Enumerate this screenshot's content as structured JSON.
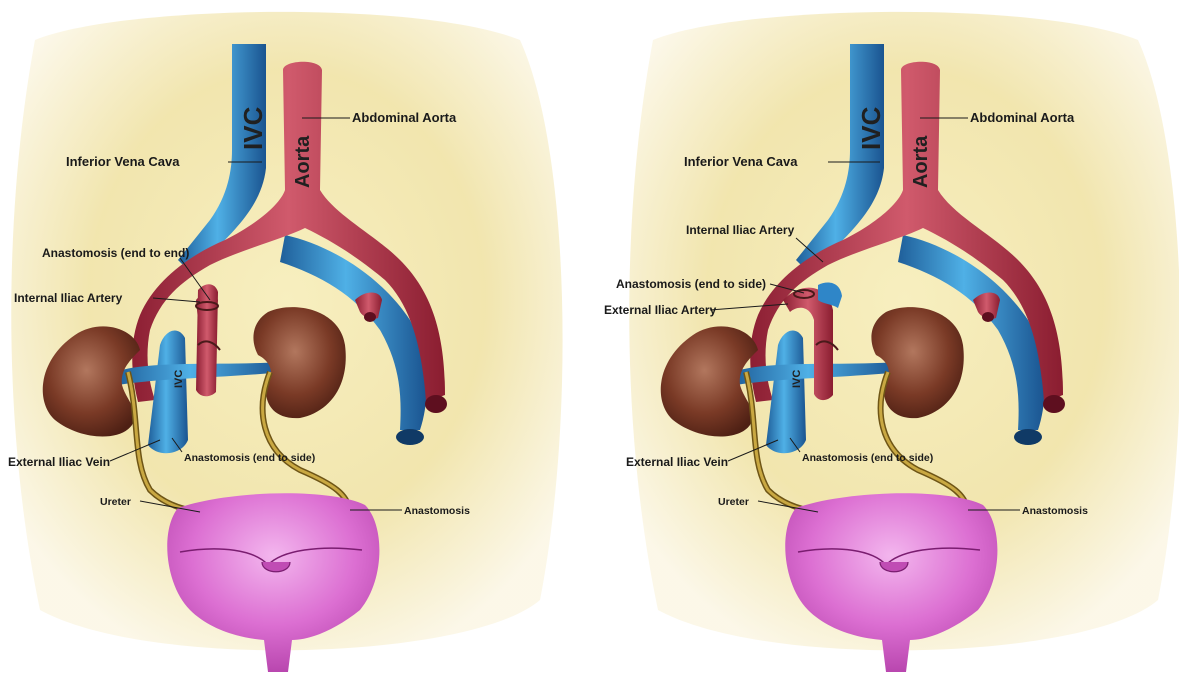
{
  "colors": {
    "background_wash": "#f1e7a6",
    "vein_blue": "#2f86c8",
    "artery_red": "#b8344a",
    "kidney_brown": "#7a3a26",
    "ureter_olive": "#9b7d2a",
    "bladder_magenta": "#d463c9"
  },
  "left_panel": {
    "ivc_big": "IVC",
    "aorta_big": "Aorta",
    "abdominal_aorta": "Abdominal Aorta",
    "inferior_vena_cava": "Inferior Vena Cava",
    "anastomosis_end_to_end": "Anastomosis (end to end)",
    "internal_iliac_artery": "Internal Iliac Artery",
    "graft_ivc": "IVC",
    "external_iliac_vein": "External Iliac Vein",
    "anastomosis_end_to_side": "Anastomosis (end to side)",
    "ureter": "Ureter",
    "anastomosis": "Anastomosis"
  },
  "right_panel": {
    "ivc_big": "IVC",
    "aorta_big": "Aorta",
    "abdominal_aorta": "Abdominal Aorta",
    "inferior_vena_cava": "Inferior Vena Cava",
    "internal_iliac_artery": "Internal Iliac Artery",
    "anastomosis_end_to_side_top": "Anastomosis (end to side)",
    "external_iliac_artery": "External Iliac Artery",
    "graft_ivc": "IVC",
    "external_iliac_vein": "External Iliac Vein",
    "anastomosis_end_to_side": "Anastomosis (end to side)",
    "ureter": "Ureter",
    "anastomosis": "Anastomosis"
  }
}
